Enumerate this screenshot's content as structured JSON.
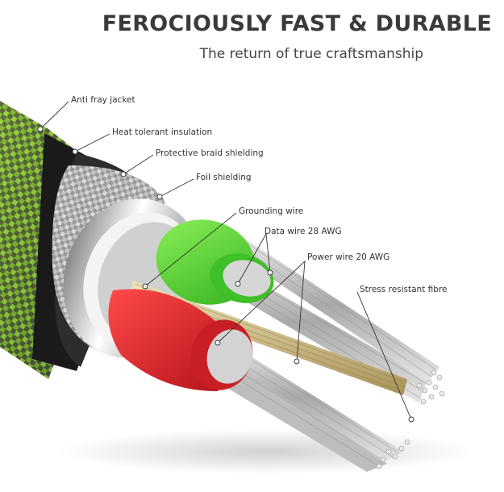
{
  "header": {
    "title": "FEROCIOUSLY FAST & DURABLE",
    "subtitle": "The return of true craftsmanship"
  },
  "labels": {
    "anti_fray_jacket": "Anti fray jacket",
    "heat_tolerant_insulation": "Heat tolerant insulation",
    "protective_braid_shielding": "Protective braid shielding",
    "foil_shielding": "Foil shielding",
    "grounding_wire": "Grounding wire",
    "data_wire": "Data wire 28 AWG",
    "power_wire": "Power wire 20 AWG",
    "stress_resistant_fibre": "Stress resistant fibre"
  },
  "colors": {
    "jacket_green": "#8bc34a",
    "jacket_dark": "#2b2b2b",
    "insulation_black": "#1c1c1c",
    "braid_silver": "#b8b8b8",
    "foil_silver": "#d9d9d9",
    "data_wire_green": "#5cd13a",
    "power_wire_red": "#d8232a",
    "copper_strands": "#cbb98a",
    "steel_strands": "#c9c9c9"
  }
}
